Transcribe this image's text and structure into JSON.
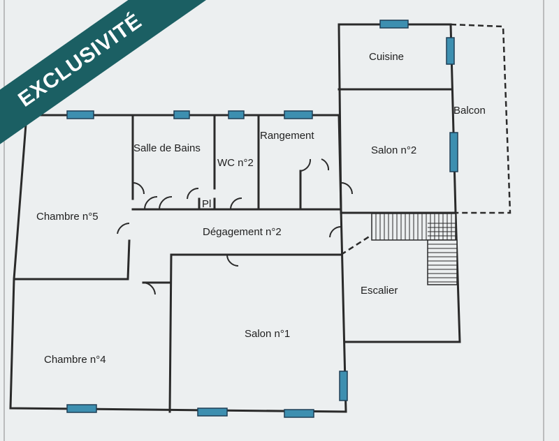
{
  "banner": {
    "label": "EXCLUSIVITÉ"
  },
  "rooms": {
    "cuisine": "Cuisine",
    "balcon": "Balcon",
    "salon2": "Salon n°2",
    "salle_de_bains": "Salle de Bains",
    "wc2": "WC n°2",
    "rangement": "Rangement",
    "pl": "Pl",
    "chambre5": "Chambre n°5",
    "degagement2": "Dégagement n°2",
    "escalier": "Escalier",
    "salon1": "Salon n°1",
    "chambre4": "Chambre n°4"
  },
  "colors": {
    "window": "#3d8fb0",
    "wall": "#2a2a2a",
    "banner": "#1b5f63",
    "background": "#eceff0"
  }
}
